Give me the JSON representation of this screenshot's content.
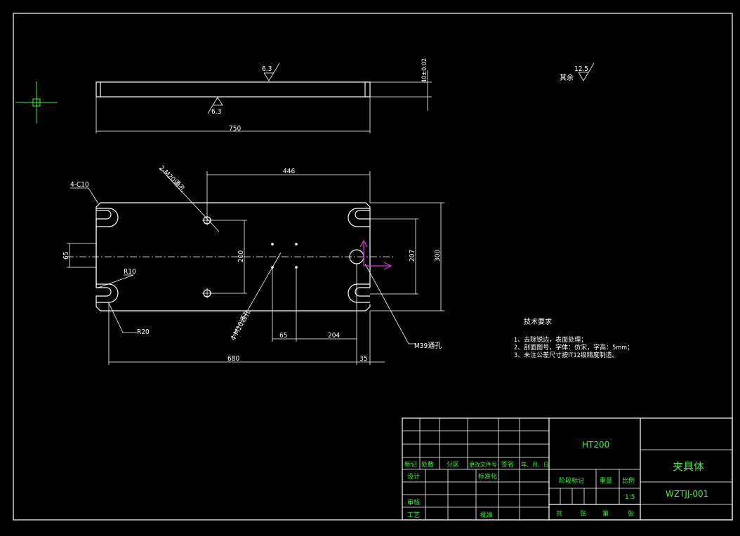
{
  "drawing": {
    "surface_finish": {
      "top": "6.3",
      "bottom": "6.3",
      "general": "12.5",
      "general_label": "其余"
    },
    "side_view": {
      "length_dim": "750",
      "height_dim": "40±0.02"
    },
    "plan_view": {
      "dim_top": "446",
      "dim_200": "200",
      "dim_207": "207",
      "dim_300": "300",
      "dim_65_left": "65",
      "dim_65_bottom": "65",
      "dim_204": "204",
      "dim_680": "680",
      "dim_35": "35",
      "chamfer": "4-C10",
      "r10": "R10",
      "r20": "R20",
      "note_m20": "2-M20通孔",
      "note_m10": "4-M10通孔",
      "note_m39": "M39通孔"
    },
    "tech_req": {
      "title": "技术要求",
      "lines": [
        "1、去除锐边，表面处理；",
        "2、剖面图号，字体：仿宋，字高：5mm；",
        "3、未注公差尺寸按IT12级精度制造。"
      ]
    }
  },
  "title_block": {
    "material": "HT200",
    "part_name": "夹具体",
    "drawing_no": "WZTJJ-001",
    "rev_headers": [
      "标记",
      "处数",
      "分区",
      "更改文件号",
      "签名",
      "年、月、日"
    ],
    "design": "设计",
    "standardize": "标准化",
    "review": "审核",
    "process": "工艺",
    "approve": "批准",
    "stage_label": "阶段标记",
    "weight_label": "重量",
    "scale_label": "比例",
    "scale_value": "1:5",
    "sheet_row": [
      "共",
      "张",
      "第",
      "张"
    ]
  },
  "colors": {
    "background": "#000000",
    "lines": "#ffffff",
    "title_text": "#3df03d",
    "ucs_cursor": "#3df03d",
    "snap_marker": "#e030e0"
  },
  "icons": [
    "crosshair-cursor-icon",
    "ucs-arrow-icon",
    "surface-finish-icon"
  ]
}
